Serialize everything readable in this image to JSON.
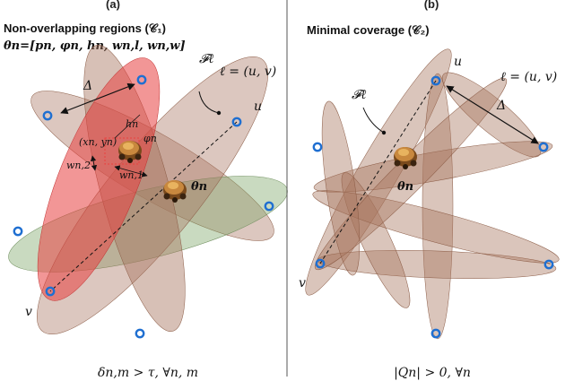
{
  "panels": {
    "a": {
      "label": "(a)",
      "title": "Non-overlapping regions (𝒞₁)",
      "param_def": "θn=[pn, φn, hn, wn,l, wn,w]",
      "legend_family": "𝓕ℓ",
      "legend_edge": "ℓ = (u, v)",
      "delta": "Δ",
      "u_label": "u",
      "v_label": "v",
      "theta": "θn",
      "pos": "(xn, yn)",
      "h": "hn",
      "phi": "φn",
      "w2": "wn,2",
      "w1": "wn,1",
      "constraint": "δn,m > τ, ∀n, m"
    },
    "b": {
      "label": "(b)",
      "title": "Minimal coverage (𝒞₂)",
      "legend_family": "𝓕ℓ",
      "legend_edge": "ℓ = (u, v)",
      "delta": "Δ",
      "u_label": "u",
      "v_label": "v",
      "theta": "θn",
      "constraint": "|Qn| > 0, ∀n"
    }
  },
  "colors": {
    "ellipse_brown": "#a7745e",
    "ellipse_red": "#e8403f",
    "ellipse_green": "#7fa86a",
    "node_blue": "#1f6fd1",
    "divider": "#555555"
  },
  "icons": [
    "drone-icon",
    "node-ring-icon"
  ]
}
